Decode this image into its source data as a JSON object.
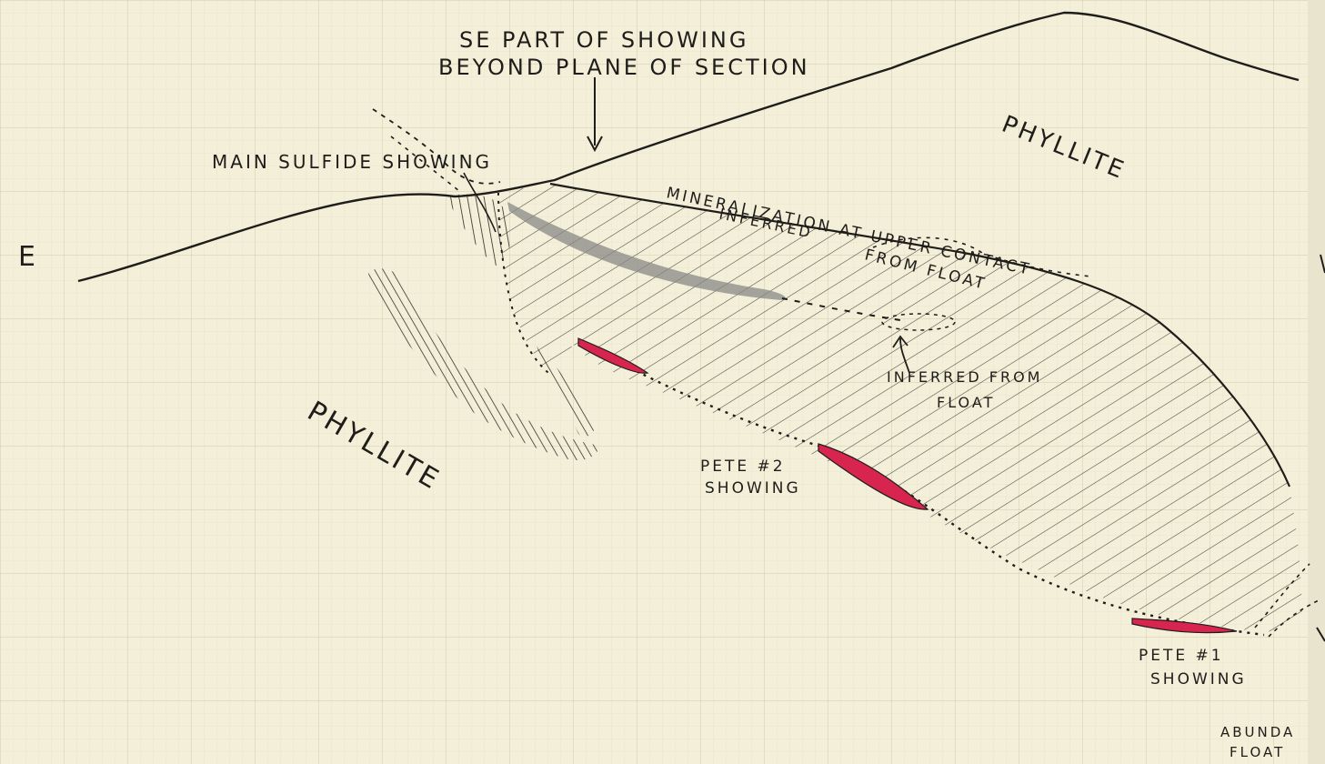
{
  "labels": {
    "se_part_line1": "SE PART OF SHOWING",
    "se_part_line2": "BEYOND PLANE OF SECTION",
    "main_showing": "MAIN SULFIDE SHOWING",
    "phyllite_upper": "PHYLLITE",
    "phyllite_lower": "PHYLLITE",
    "edge_e": "E",
    "mineralization_upper": "MINERALIZATION AT UPPER CONTACT",
    "inferred_upper_1": "INFERRED",
    "inferred_upper_2": "FROM FLOAT",
    "inferred_lower_1": "INFERRED FROM",
    "inferred_lower_2": "FLOAT",
    "pete2_line1": "PETE #2",
    "pete2_line2": "SHOWING",
    "pete1_line1": "PETE #1",
    "pete1_line2": "SHOWING",
    "abundant_1": "ABUNDA",
    "abundant_2": "FLOAT"
  },
  "colors": {
    "paper": "#f3efd9",
    "grid": "#dcd6bd",
    "ink": "#1f1d1a",
    "sulfide_red": "#d8254f",
    "graphite": "#8a8a86"
  }
}
